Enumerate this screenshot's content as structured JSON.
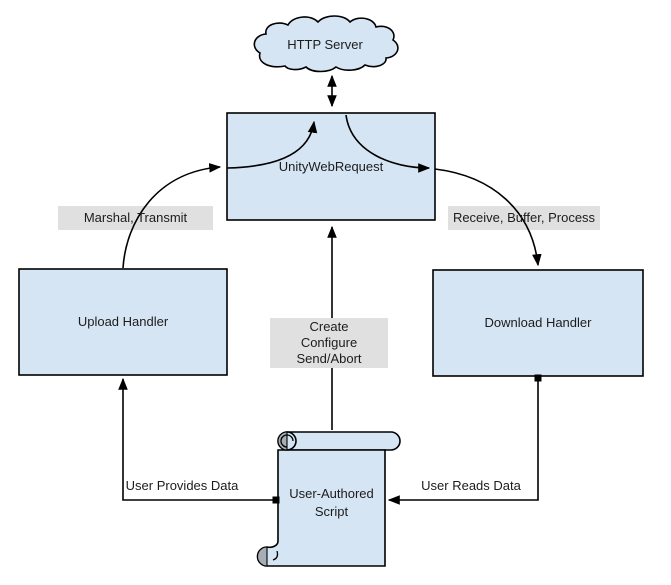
{
  "nodes": {
    "http_server": {
      "label": "HTTP Server",
      "shape": "cloud"
    },
    "unity_web_request": {
      "label": "UnityWebRequest",
      "shape": "rectangle"
    },
    "upload_handler": {
      "label": "Upload Handler",
      "shape": "rectangle"
    },
    "download_handler": {
      "label": "Download Handler",
      "shape": "rectangle"
    },
    "user_authored_script": {
      "label": "User-Authored\nScript",
      "shape": "vertical-scroll"
    }
  },
  "edge_labels": {
    "marshal_transmit": "Marshal, Transmit",
    "receive_buffer_process": "Receive, Buffer, Process",
    "create_configure_send_abort": "Create\nConfigure\nSend/Abort",
    "user_provides_data": "User Provides Data",
    "user_reads_data": "User Reads Data"
  },
  "colors": {
    "node_fill": "#d6e5f3",
    "node_stroke": "#000000",
    "edge_label_bg": "#e0e0e0",
    "scroll_curl_shade": "#a6adb4",
    "canvas_bg": "#ffffff",
    "text": "#1c1c1c"
  }
}
